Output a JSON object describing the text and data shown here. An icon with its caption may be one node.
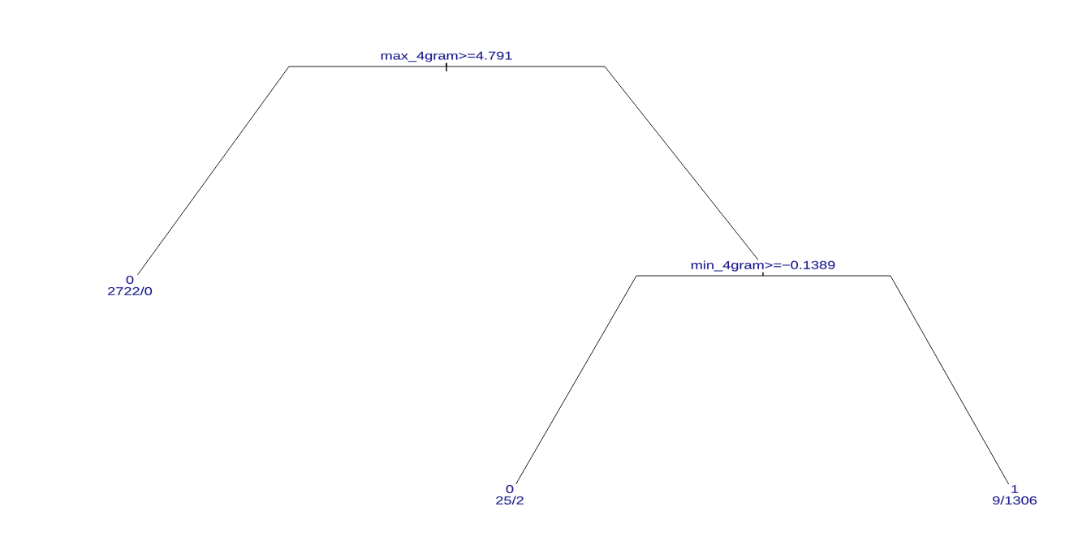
{
  "diagram": {
    "nodes": [
      {
        "text": [
          "max_4gram>=4.791"
        ]
      },
      {
        "text": [
          "0",
          "2722/0"
        ]
      },
      {
        "text": [
          "min_4gram>=−0.1389"
        ]
      },
      {
        "text": [
          "0",
          "25/2"
        ]
      },
      {
        "text": [
          "1",
          "9/1306"
        ]
      }
    ],
    "edges": [
      {
        "from": 0,
        "to": 1,
        "arrow": "none"
      },
      {
        "from": 0,
        "to": 2,
        "arrow": "none"
      },
      {
        "from": 2,
        "to": 3,
        "arrow": "none"
      },
      {
        "from": 2,
        "to": 4,
        "arrow": "none"
      }
    ]
  }
}
